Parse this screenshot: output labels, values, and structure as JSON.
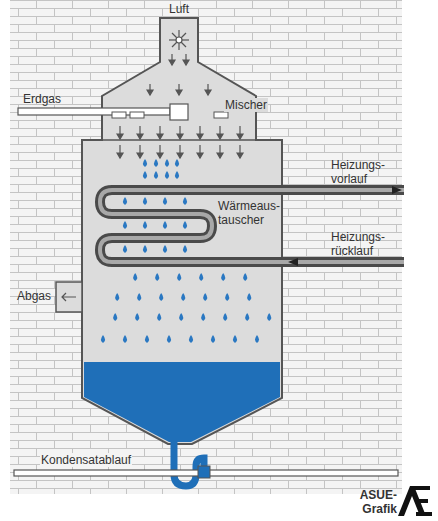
{
  "diagram": {
    "labels": [
      "Luft",
      "Erdgas",
      "Mischer",
      "Heizungs- vorlauf",
      "Wärmeaus- tauscher",
      "Heizungs- rücklauf",
      "Abgas",
      "Kondensatablauf",
      "ASUE- Grafik"
    ]
  }
}
